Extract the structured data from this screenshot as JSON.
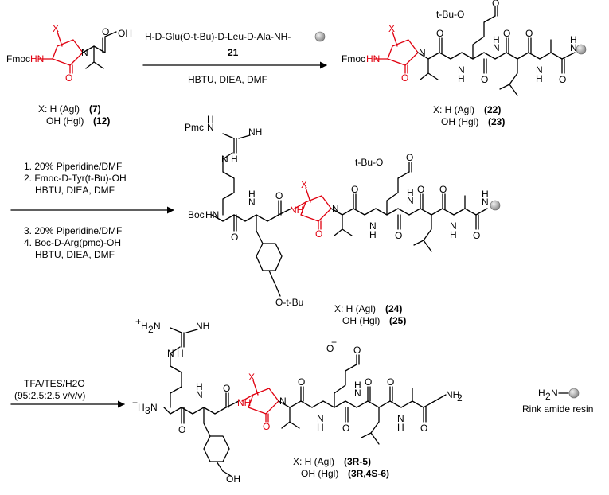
{
  "colors": {
    "highlight": "#e0000f",
    "bond": "#000000",
    "resin_bead": "#9a9a9a"
  },
  "atoms": {
    "X": "X",
    "O": "O",
    "OH": "OH",
    "N": "N",
    "H": "H",
    "NH": "NH",
    "HN": "HN",
    "NH2": "NH",
    "FmocHN": "Fmoc",
    "BocHN": "Boc",
    "Pmc": "Pmc",
    "tBuO": "t-Bu-O",
    "OtBu": "O-t-Bu",
    "Ominus": "O",
    "H3N": "H",
    "plus": "+",
    "three": "3",
    "two": "2",
    "H2N": "H",
    "resin_N": "N"
  },
  "step1": {
    "reagent_top": "H-D-Glu(O-t-Bu)-D-Leu-D-Ala-NH-",
    "reagent_number": "21",
    "conditions": "HBTU, DIEA, DMF"
  },
  "step2": {
    "lines": [
      "1. 20% Piperidine/DMF",
      "2. Fmoc-D-Tyr(t-Bu)-OH",
      "HBTU, DIEA, DMF",
      "3. 20% Piperidine/DMF",
      "4. Boc-D-Arg(pmc)-OH",
      "HBTU, DIEA, DMF"
    ]
  },
  "step3": {
    "line1": "TFA/TES/H2O",
    "line2": "(95:2.5:2.5 v/v/v)"
  },
  "labels": {
    "sm_a": "X: H (Agl)",
    "sm_a_num": "(7)",
    "sm_b": "OH (Hgl)",
    "sm_b_num": "(12)",
    "p1_a": "X: H (Agl)",
    "p1_a_num": "(22)",
    "p1_b": "OH (Hgl)",
    "p1_b_num": "(23)",
    "p2_a": "X: H (Agl)",
    "p2_a_num": "(24)",
    "p2_b": "OH (Hgl)",
    "p2_b_num": "(25)",
    "p3_a": "X: H (Agl)",
    "p3_a_num": "(3R-5)",
    "p3_b": "OH (Hgl)",
    "p3_b_num": "(3R,4S-6)"
  },
  "legend": {
    "caption": "Rink amide resin"
  }
}
